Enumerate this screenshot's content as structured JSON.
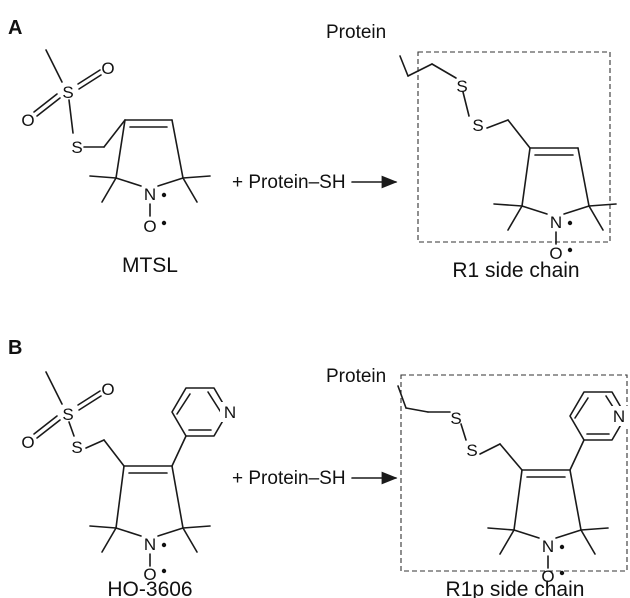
{
  "panels": {
    "a": {
      "letter": "A",
      "reactant_name": "MTSL",
      "reagent": "+ Protein–SH",
      "product_name": "R1 side chain",
      "product_attached_to": "Protein"
    },
    "b": {
      "letter": "B",
      "reactant_name": "HO-3606",
      "reagent": "+ Protein–SH",
      "product_name": "R1p side chain",
      "product_attached_to": "Protein"
    }
  },
  "atoms": {
    "sulfur": "S",
    "oxygen": "O",
    "nitrogen": "N",
    "nitroxide_oxygen": "O"
  }
}
